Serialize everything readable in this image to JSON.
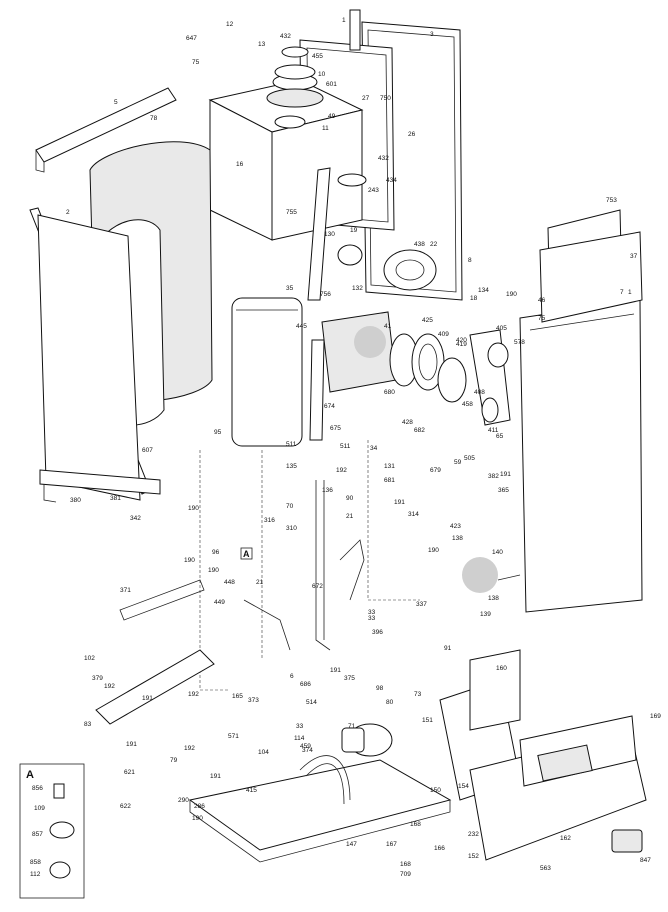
{
  "callouts": [
    "12",
    "647",
    "75",
    "13",
    "432",
    "455",
    "10",
    "601",
    "27",
    "750",
    "3",
    "1",
    "5",
    "78",
    "49",
    "11",
    "26",
    "432",
    "16",
    "243",
    "434",
    "755",
    "130",
    "19",
    "438",
    "22",
    "8",
    "753",
    "37",
    "1",
    "2",
    "445",
    "35",
    "756",
    "132",
    "41",
    "425",
    "409",
    "134",
    "18",
    "190",
    "46",
    "75",
    "7",
    "405",
    "420",
    "419",
    "578",
    "680",
    "408",
    "674",
    "675",
    "511",
    "428",
    "682",
    "458",
    "411",
    "65",
    "95",
    "607",
    "511",
    "34",
    "192",
    "135",
    "131",
    "681",
    "505",
    "679",
    "59",
    "382",
    "191",
    "365",
    "380",
    "381",
    "342",
    "70",
    "136",
    "90",
    "191",
    "314",
    "190",
    "316",
    "310",
    "21",
    "423",
    "138",
    "140",
    "96",
    "190",
    "138",
    "139",
    "190",
    "449",
    "448",
    "21",
    "337",
    "371",
    "672",
    "33",
    "33",
    "396",
    "91",
    "102",
    "379",
    "192",
    "83",
    "6",
    "375",
    "686",
    "514",
    "191",
    "98",
    "73",
    "192",
    "165",
    "191",
    "191",
    "192",
    "373",
    "33",
    "71",
    "80",
    "571",
    "114",
    "459",
    "374",
    "104",
    "621",
    "79",
    "191",
    "415",
    "622",
    "290",
    "286",
    "190",
    "147",
    "160",
    "151",
    "169",
    "154",
    "150",
    "232",
    "167",
    "168",
    "166",
    "168",
    "709",
    "152",
    "563",
    "162",
    "847",
    "856",
    "109",
    "857",
    "858",
    "112",
    "190"
  ],
  "inset_label": "A",
  "section_marker": "A"
}
